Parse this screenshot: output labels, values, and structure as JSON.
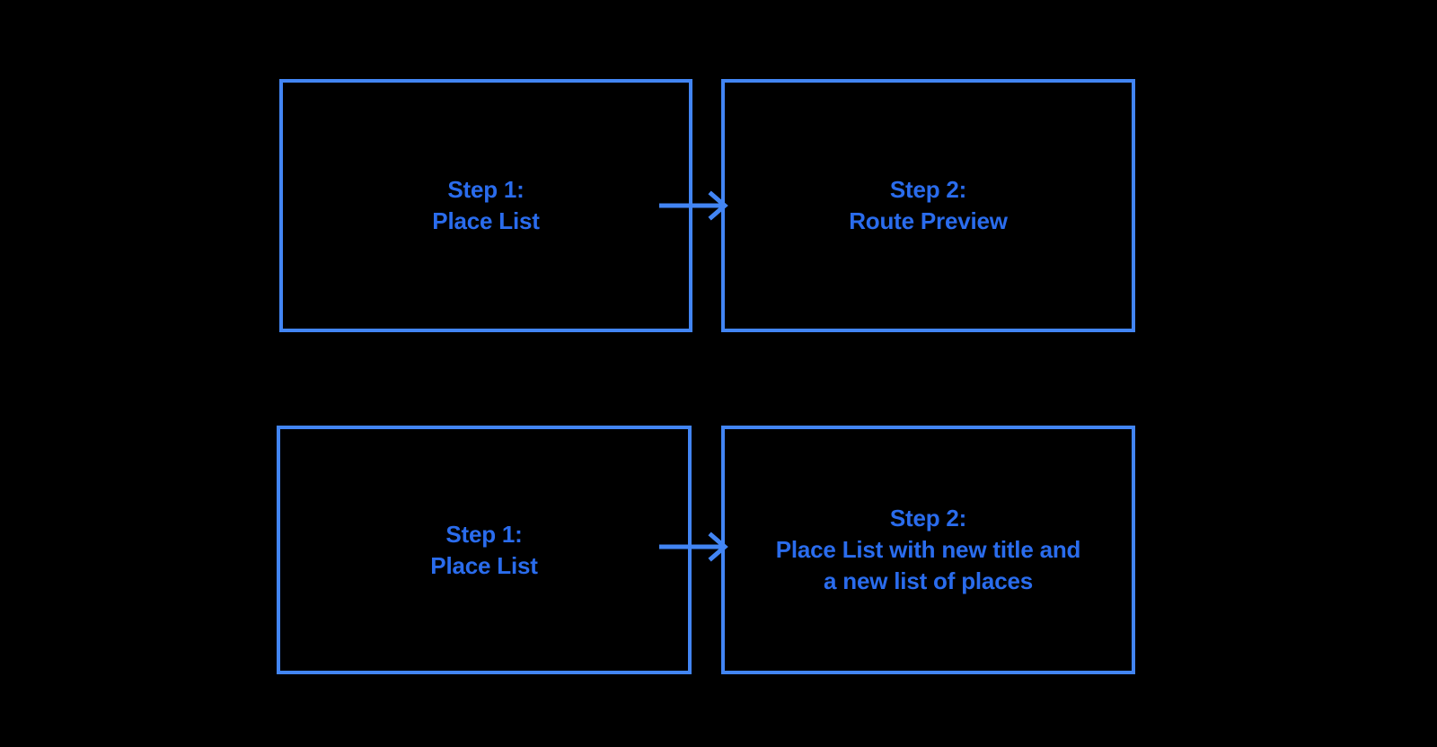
{
  "diagram": {
    "background_color": "#000000",
    "border_color": "#4285f4",
    "text_color": "#2a6ced",
    "rows": [
      {
        "name": "route-preview-flow",
        "from": {
          "id": "box-step1-top",
          "label": "Step 1:\nPlace List",
          "step_number": "Step 1:",
          "step_title": "Place List"
        },
        "connector": {
          "name": "arrow-right",
          "direction": "right"
        },
        "to": {
          "id": "box-step2-top",
          "label": "Step 2:\nRoute Preview",
          "step_number": "Step 2:",
          "step_title": "Route Preview"
        }
      },
      {
        "name": "new-place-list-flow",
        "from": {
          "id": "box-step1-bot",
          "label": "Step 1:\nPlace List",
          "step_number": "Step 1:",
          "step_title": "Place List"
        },
        "connector": {
          "name": "arrow-right",
          "direction": "right"
        },
        "to": {
          "id": "box-step2-bot",
          "label": "Step 2:\nPlace List with new title and\na new list of places",
          "step_number": "Step 2:",
          "step_title": "Place List with new title and a new list of places"
        }
      }
    ]
  }
}
